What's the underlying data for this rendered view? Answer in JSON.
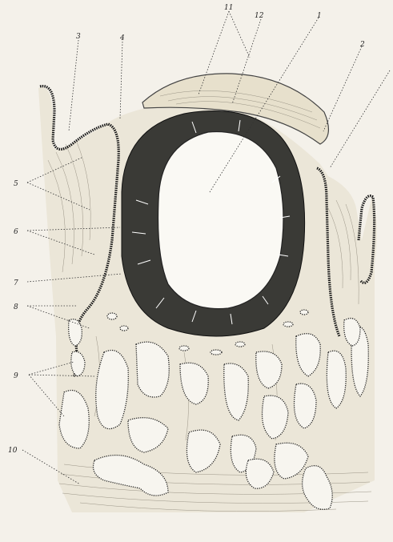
{
  "figure": {
    "labels": [
      "11",
      "12",
      "1",
      "2",
      "3",
      "4",
      "5",
      "6",
      "7",
      "8",
      "9",
      "10"
    ]
  }
}
